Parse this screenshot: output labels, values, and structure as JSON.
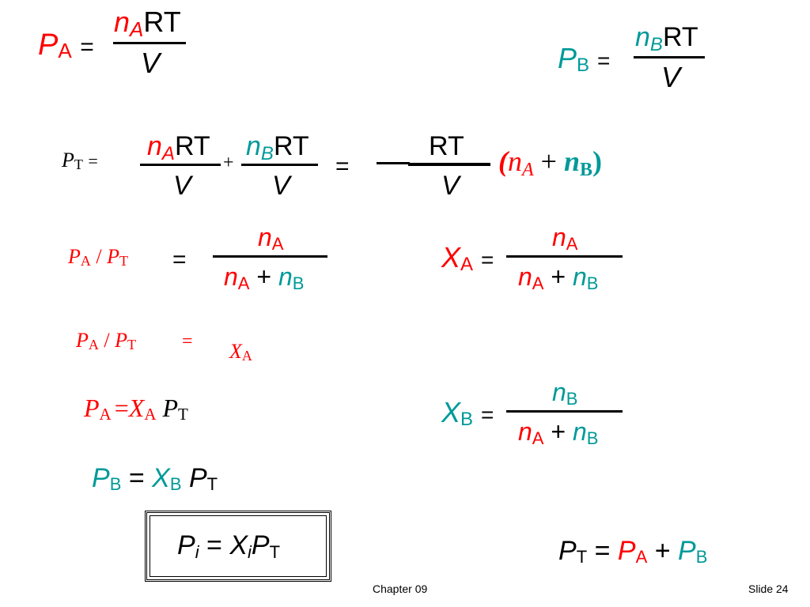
{
  "colors": {
    "red": "#ff0000",
    "teal": "#009999",
    "black": "#000000"
  },
  "eq_pa": {
    "lhs_sym": "P",
    "lhs_sub": "A",
    "eq": "=",
    "num_n": "n",
    "num_sub": "A",
    "num_rt": "RT",
    "den": "V"
  },
  "eq_pb": {
    "lhs_sym": "P",
    "lhs_sub": "B",
    "eq": "=",
    "num_n": "n",
    "num_sub": "B",
    "num_rt": "RT",
    "den": "V"
  },
  "eq_pt": {
    "lhs_sym": "P",
    "lhs_sub": "T",
    "eq1": "=",
    "f1_n": "n",
    "f1_sub": "A",
    "f1_rt": "RT",
    "f1_den": "V",
    "plus": "+",
    "f2_n": "n",
    "f2_sub": "B",
    "f2_rt": "RT",
    "f2_den": "V",
    "eq2": "=",
    "f3_num": "RT",
    "f3_den": "V",
    "paren_open": "(",
    "na_n": "n",
    "na_sub": "A",
    "plus2": "+",
    "nb_n": "n",
    "nb_sub": "B",
    "paren_close": ")"
  },
  "eq_ratio": {
    "p1": "P",
    "p1_sub": "A",
    "slash": "/",
    "p2": "P",
    "p2_sub": "T",
    "eq": "=",
    "num_n": "n",
    "num_sub": "A",
    "d1_n": "n",
    "d1_sub": "A",
    "plus": "+",
    "d2_n": "n",
    "d2_sub": "B"
  },
  "eq_xa": {
    "x": "X",
    "x_sub": "A",
    "eq": "=",
    "num_n": "n",
    "num_sub": "A",
    "d1_n": "n",
    "d1_sub": "A",
    "plus": "+",
    "d2_n": "n",
    "d2_sub": "B"
  },
  "eq_ratio2": {
    "p1": "P",
    "p1_sub": "A",
    "slash": "/",
    "p2": "P",
    "p2_sub": "T",
    "eq": "=",
    "x": "X",
    "x_sub": "A"
  },
  "eq_pa_x": {
    "p": "P",
    "p_sub": "A",
    "eq": "=",
    "x": "X",
    "x_sub": "A",
    "pt": "P",
    "pt_sub": "T"
  },
  "eq_xb": {
    "x": "X",
    "x_sub": "B",
    "eq": "=",
    "num_n": "n",
    "num_sub": "B",
    "d1_n": "n",
    "d1_sub": "A",
    "plus": "+",
    "d2_n": "n",
    "d2_sub": "B"
  },
  "eq_pb_x": {
    "p": "P",
    "p_sub": "B",
    "eq": "=",
    "x": "X",
    "x_sub": "B",
    "pt": "P",
    "pt_sub": "T"
  },
  "eq_boxed": {
    "p": "P",
    "p_sub": "i",
    "eq": "=",
    "x": "X",
    "x_sub": "i",
    "pt": "P",
    "pt_sub": "T"
  },
  "eq_sum": {
    "pt": "P",
    "pt_sub": "T",
    "eq": "=",
    "pa": "P",
    "pa_sub": "A",
    "plus": "+",
    "pb": "P",
    "pb_sub": "B"
  },
  "footer": {
    "chapter": "Chapter 09",
    "slide": "Slide 24"
  }
}
